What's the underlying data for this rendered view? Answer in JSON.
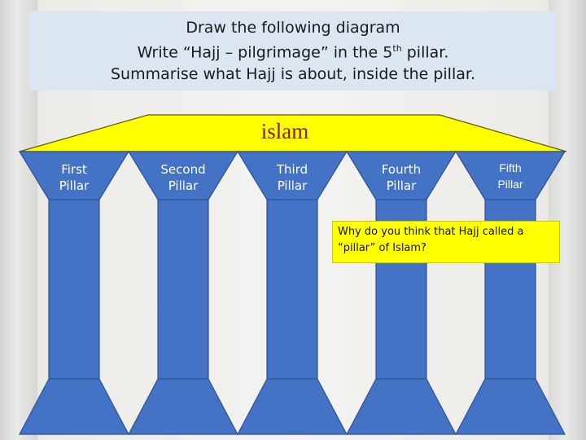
{
  "instructions": {
    "line1": "Draw the following diagram",
    "line2_pre": "Write “Hajj – pilgrimage” in the 5",
    "line2_sup": "th",
    "line2_post": " pillar.",
    "line3": "Summarise what Hajj is about, inside the pillar."
  },
  "roof": {
    "label": "islam"
  },
  "pillars": [
    {
      "line1": "First",
      "line2": "Pillar"
    },
    {
      "line1": "Second",
      "line2": "Pillar"
    },
    {
      "line1": "Third",
      "line2": "Pillar"
    },
    {
      "line1": "Fourth",
      "line2": "Pillar"
    },
    {
      "line1": "Fifth",
      "line2": "Pillar"
    }
  ],
  "question": {
    "text": "Why do you think that Hajj called a “pillar” of Islam?"
  },
  "colors": {
    "pillar_fill": "#4472c4",
    "pillar_stroke": "#2f528f",
    "roof_fill": "#ffff00",
    "title_bg": "#dce6f2",
    "roof_text": "#8b1a1a",
    "question_bg": "#ffff00"
  }
}
